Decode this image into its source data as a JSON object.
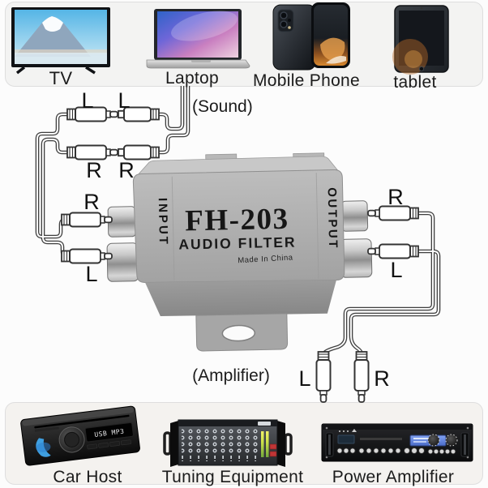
{
  "top_devices": {
    "items": [
      {
        "label": "TV"
      },
      {
        "label": "Laptop"
      },
      {
        "label": "Mobile Phone"
      },
      {
        "label": "tablet"
      }
    ]
  },
  "bottom_devices": {
    "items": [
      {
        "label": "Car Host"
      },
      {
        "label": "Tuning Equipment"
      },
      {
        "label": "Power Amplifier"
      }
    ]
  },
  "filter_box": {
    "model": "FH-203",
    "product": "AUDIO FILTER",
    "origin": "Made In China",
    "left_port": "INPUT",
    "right_port": "OUTPUT"
  },
  "diagram": {
    "sound_note": "(Sound)",
    "amplifier_note": "(Amplifier)",
    "source_pair_left": {
      "top": "L",
      "bottom": "R"
    },
    "source_pair_right": {
      "top": "L",
      "bottom": "R"
    },
    "input_pair": {
      "top": "R",
      "bottom": "L"
    },
    "output_pair": {
      "top": "R",
      "bottom": "L"
    },
    "amp_pair": {
      "left": "L",
      "right": "R"
    }
  },
  "car_host": {
    "display_text": "USB MP3"
  },
  "colors": {
    "wire": "#3f3f3f",
    "box_body": "#b0b0b0",
    "car_accent_blue": "#3f9fe0",
    "amp_lcd_blue": "#6e8fe0",
    "led_meter": "#cfe24a",
    "red_buttons": "#c03636"
  }
}
